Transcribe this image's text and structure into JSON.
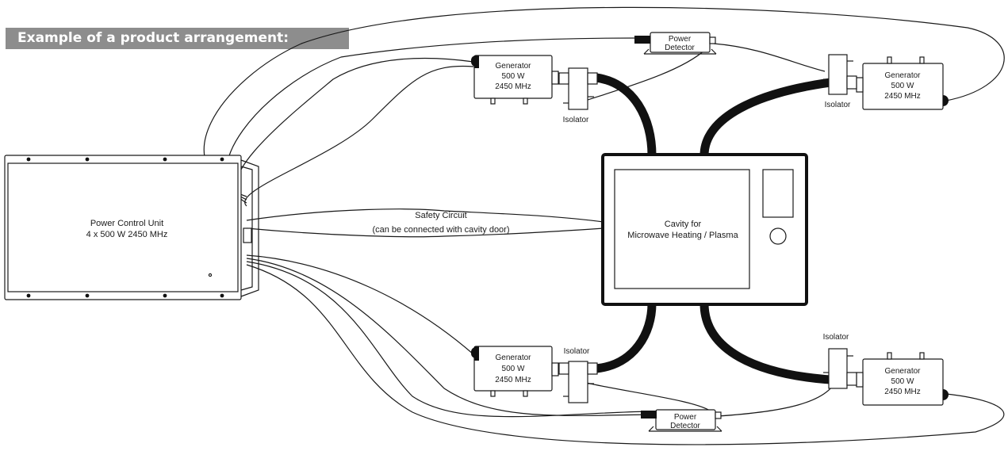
{
  "header": {
    "title": "Example of a product arrangement:"
  },
  "power_control_unit": {
    "line1": "Power Control Unit",
    "line2": "4 x 500 W 2450 MHz"
  },
  "safety_circuit": {
    "line1": "Safety Circuit",
    "line2": "(can be connected with cavity door)"
  },
  "cavity": {
    "line1": "Cavity for",
    "line2": "Microwave Heating / Plasma"
  },
  "generators": [
    {
      "line1": "Generator",
      "line2": "500 W",
      "line3": "2450 MHz"
    },
    {
      "line1": "Generator",
      "line2": "500 W",
      "line3": "2450 MHz"
    },
    {
      "line1": "Generator",
      "line2": "500 W",
      "line3": "2450 MHz"
    },
    {
      "line1": "Generator",
      "line2": "500 W",
      "line3": "2450 MHz"
    }
  ],
  "isolators": [
    {
      "label": "Isolator"
    },
    {
      "label": "Isolator"
    },
    {
      "label": "Isolator"
    },
    {
      "label": "Isolator"
    }
  ],
  "power_detectors": [
    {
      "line1": "Power",
      "line2": "Detector"
    },
    {
      "line1": "Power",
      "line2": "Detector"
    }
  ]
}
